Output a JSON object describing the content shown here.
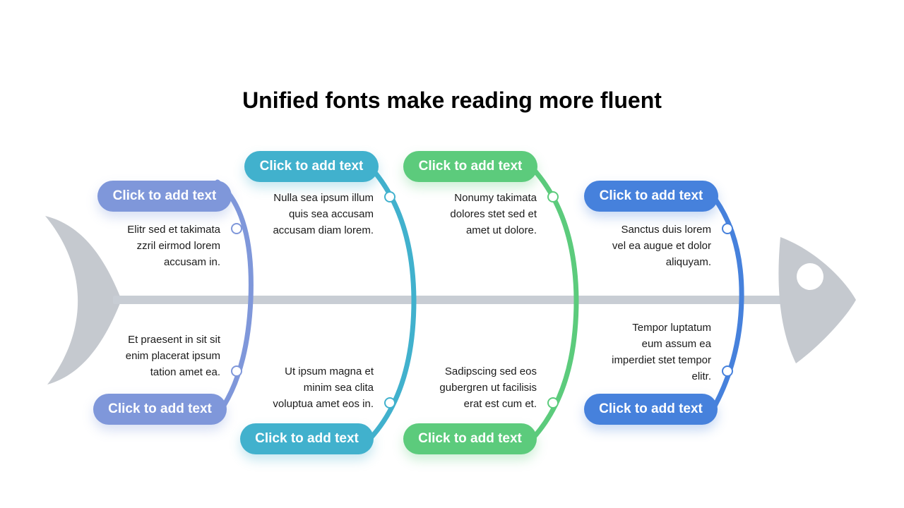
{
  "title": "Unified fonts make reading more fluent",
  "colors": {
    "c1": "#7f97da",
    "c2": "#41b1cd",
    "c3": "#5ccb7c",
    "c4": "#4681dc",
    "spine": "#c8cdd4",
    "fish": "#c5c9cf",
    "node_fill": "#ffffff"
  },
  "branches": [
    {
      "color": "c1",
      "top": {
        "label": "Click to add text",
        "text": "Elitr sed et takimata\nzzril eirmod lorem\naccusam in."
      },
      "bottom": {
        "label": "Click to add text",
        "text": "Et praesent in sit sit\nenim placerat ipsum\ntation amet ea."
      }
    },
    {
      "color": "c2",
      "top": {
        "label": "Click to add text",
        "text": "Nulla sea ipsum illum\nquis sea accusam\naccusam diam lorem."
      },
      "bottom": {
        "label": "Click to add text",
        "text": "Ut ipsum magna et\nminim sea clita\nvoluptua amet eos in."
      }
    },
    {
      "color": "c3",
      "top": {
        "label": "Click to add text",
        "text": "Nonumy takimata\ndolores stet sed et\namet ut dolore."
      },
      "bottom": {
        "label": "Click to add text",
        "text": "Sadipscing sed eos\ngubergren ut facilisis\nerat est cum et."
      }
    },
    {
      "color": "c4",
      "top": {
        "label": "Click to add text",
        "text": "Sanctus duis lorem\nvel ea augue et dolor\naliquyam."
      },
      "bottom": {
        "label": "Click to add text",
        "text": "Tempor luptatum\neum assum ea\nimperdiet stet tempor\nelitr."
      }
    }
  ]
}
